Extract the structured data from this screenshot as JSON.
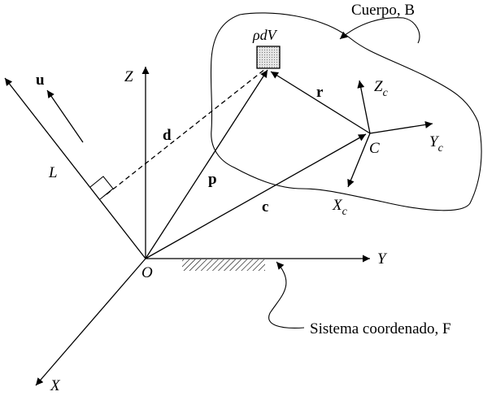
{
  "labels": {
    "body": "Cuerpo, B",
    "mass_element": "ρdV",
    "coordinate_system": "Sistema coordenado, F",
    "origin": "O",
    "axis_x": "X",
    "axis_y": "Y",
    "axis_z": "Z",
    "center": "C",
    "axis_xc": "X",
    "axis_yc": "Y",
    "axis_zc": "Z",
    "subscript_c": "c",
    "line_l": "L",
    "vector_u": "u",
    "vector_d": "d",
    "vector_p": "p",
    "vector_r": "r",
    "vector_c": "c"
  }
}
